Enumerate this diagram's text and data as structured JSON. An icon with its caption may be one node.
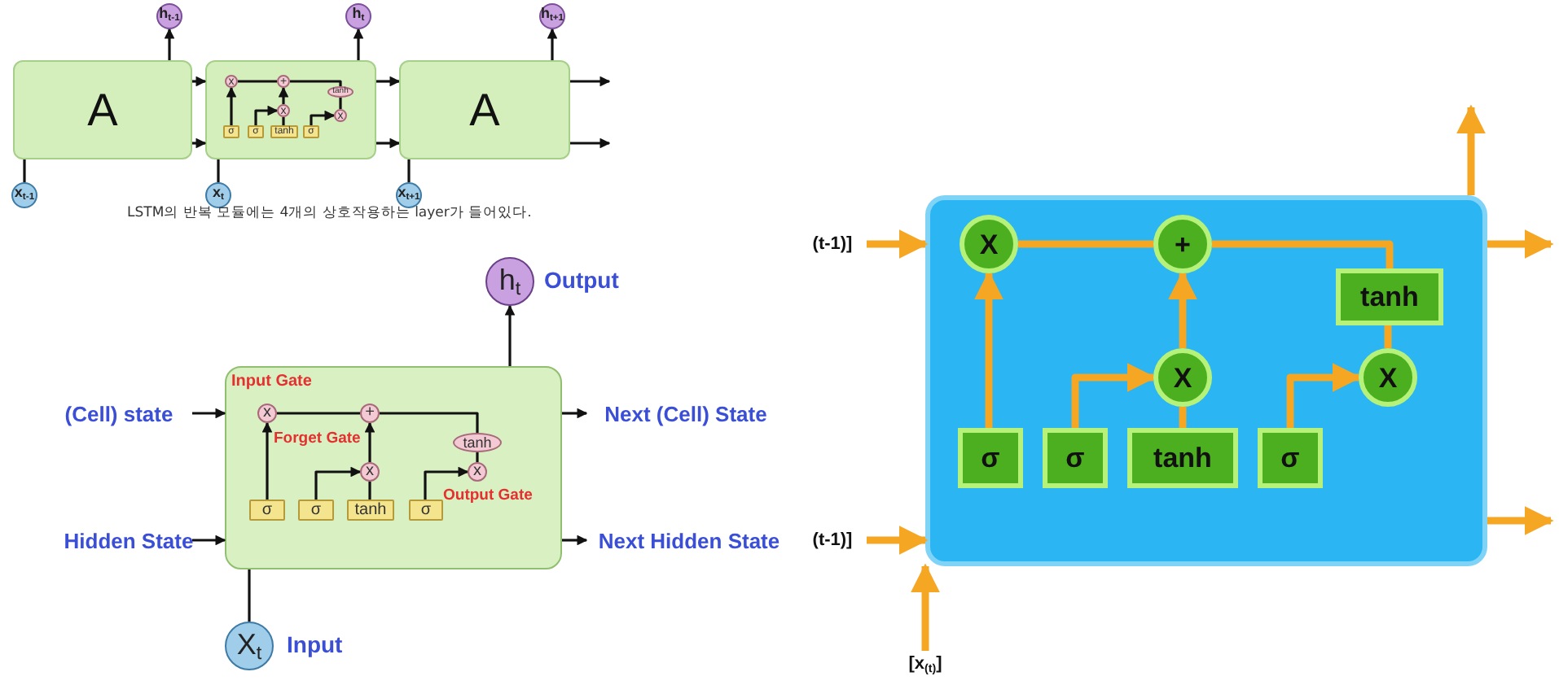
{
  "diagram": {
    "nodes": [
      {
        "text": [
          "A"
        ]
      },
      {
        "text": [],
        "shape": "box"
      },
      {
        "text": [
          "σ"
        ],
        "in": 1
      },
      {
        "text": [
          "σ"
        ],
        "in": 1
      },
      {
        "text": [
          "tanh"
        ],
        "in": 1
      },
      {
        "text": [
          "σ"
        ],
        "in": 1
      },
      {
        "text": [
          "x"
        ],
        "in": 1
      },
      {
        "text": [
          "+"
        ],
        "in": 1
      },
      {
        "text": [
          "x"
        ],
        "in": 1
      },
      {
        "text": [
          "tanh"
        ],
        "in": 1
      },
      {
        "text": [
          "x"
        ],
        "in": 1
      },
      {
        "text": [
          "A"
        ]
      },
      {
        "text": [
          "h$_{t-1}$"
        ]
      },
      {
        "text": [
          "h$_{t}$"
        ]
      },
      {
        "text": [
          "h$_{t+1}$"
        ]
      },
      {
        "text": [
          "x$_{t-1}$"
        ]
      },
      {
        "text": [
          "x$_{t}$"
        ]
      },
      {
        "text": [
          "x$_{t+1}$"
        ]
      },
      {
        "text": [],
        "shape": "box"
      },
      {
        "text": [
          "x"
        ],
        "in": 18,
        "beside": [
          "Input Gate"
        ]
      },
      {
        "text": [
          "+"
        ],
        "in": 18
      },
      {
        "text": [
          "x"
        ],
        "in": 18,
        "beside": [
          "Forget Gate"
        ]
      },
      {
        "text": [
          "tanh"
        ],
        "in": 18
      },
      {
        "text": [
          "x"
        ],
        "in": 18,
        "beside": [
          "Output Gate"
        ]
      },
      {
        "text": [
          "σ"
        ],
        "in": 18
      },
      {
        "text": [
          "σ"
        ],
        "in": 18
      },
      {
        "text": [
          "tanh"
        ],
        "in": 18
      },
      {
        "text": [
          "σ"
        ],
        "in": 18
      },
      {
        "text": [
          "(Cell) state"
        ]
      },
      {
        "text": [
          "Hidden State"
        ]
      },
      {
        "text": [
          "Next (Cell) State"
        ]
      },
      {
        "text": [
          "Next Hidden State"
        ]
      },
      {
        "text": [
          "h$_{t}$"
        ],
        "beside": [
          "Output"
        ]
      },
      {
        "text": [
          "X$_{t}$"
        ],
        "beside": [
          "Input"
        ]
      },
      {
        "text": [],
        "shape": "box"
      },
      {
        "text": [
          "X"
        ],
        "in": 34
      },
      {
        "text": [
          "+"
        ],
        "in": 34
      },
      {
        "text": [
          "X"
        ],
        "in": 34
      },
      {
        "text": [
          "tanh"
        ],
        "in": 34
      },
      {
        "text": [
          "X"
        ],
        "in": 34
      },
      {
        "text": [
          "σ"
        ],
        "in": 34
      },
      {
        "text": [
          "σ"
        ],
        "in": 34
      },
      {
        "text": [
          "tanh"
        ],
        "in": 34
      },
      {
        "text": [
          "σ"
        ],
        "in": 34
      },
      {
        "text": [
          "(t-1)]"
        ]
      },
      {
        "text": [
          "(t-1)]"
        ]
      },
      {
        "text": [
          "[x$_{(t)}$]"
        ]
      }
    ],
    "edges": [
      {
        "from": 0,
        "to": 1,
        "arrow": "to"
      },
      {
        "from": 0,
        "to": 1,
        "arrow": "to"
      },
      {
        "from": 1,
        "to": 11,
        "arrow": "to"
      },
      {
        "from": 1,
        "to": 11,
        "arrow": "to"
      },
      {
        "from": 11,
        "to": null,
        "arrow": "to"
      },
      {
        "from": 11,
        "to": null,
        "arrow": "to"
      },
      {
        "from": 15,
        "to": 0,
        "arrow": "none"
      },
      {
        "from": 16,
        "to": 1,
        "arrow": "none"
      },
      {
        "from": 17,
        "to": 11,
        "arrow": "none"
      },
      {
        "from": 0,
        "to": 12,
        "arrow": "to"
      },
      {
        "from": 1,
        "to": 13,
        "arrow": "to"
      },
      {
        "from": 11,
        "to": 14,
        "arrow": "to"
      },
      {
        "from": 2,
        "to": 6,
        "arrow": "to"
      },
      {
        "from": 3,
        "to": 8,
        "arrow": "to"
      },
      {
        "from": 4,
        "to": 8,
        "arrow": "none"
      },
      {
        "from": 8,
        "to": 7,
        "arrow": "to"
      },
      {
        "from": 5,
        "to": 10,
        "arrow": "to"
      },
      {
        "from": 6,
        "to": 7,
        "arrow": "none"
      },
      {
        "from": 7,
        "to": 9,
        "arrow": "none"
      },
      {
        "from": 9,
        "to": 10,
        "arrow": "none"
      },
      {
        "from": 28,
        "to": 18,
        "arrow": "to"
      },
      {
        "from": 29,
        "to": 18,
        "arrow": "to"
      },
      {
        "from": 18,
        "to": 30,
        "arrow": "to"
      },
      {
        "from": 18,
        "to": 31,
        "arrow": "to"
      },
      {
        "from": 18,
        "to": 32,
        "arrow": "to"
      },
      {
        "from": 33,
        "to": 18,
        "arrow": "none"
      },
      {
        "from": 24,
        "to": 19,
        "arrow": "to"
      },
      {
        "from": 25,
        "to": 21,
        "arrow": "to"
      },
      {
        "from": 26,
        "to": 21,
        "arrow": "none"
      },
      {
        "from": 21,
        "to": 20,
        "arrow": "to"
      },
      {
        "from": 27,
        "to": 23,
        "arrow": "to"
      },
      {
        "from": 19,
        "to": 20,
        "arrow": "none"
      },
      {
        "from": 20,
        "to": 22,
        "arrow": "none"
      },
      {
        "from": 22,
        "to": 23,
        "arrow": "none"
      },
      {
        "from": 44,
        "to": 34,
        "arrow": "to",
        "style": "thick",
        "color": "#f5a623"
      },
      {
        "from": 45,
        "to": 34,
        "arrow": "to",
        "style": "thick",
        "color": "#f5a623"
      },
      {
        "from": 46,
        "to": 34,
        "arrow": "to",
        "style": "thick",
        "color": "#f5a623"
      },
      {
        "from": 34,
        "to": null,
        "arrow": "to",
        "style": "thick",
        "color": "#f5a623"
      },
      {
        "from": 34,
        "to": null,
        "arrow": "to",
        "style": "thick",
        "color": "#f5a623"
      },
      {
        "from": 34,
        "to": null,
        "arrow": "to",
        "style": "thick",
        "color": "#f5a623"
      },
      {
        "from": 40,
        "to": 35,
        "arrow": "to",
        "style": "thick",
        "color": "#f5a623"
      },
      {
        "from": 41,
        "to": 37,
        "arrow": "to",
        "style": "thick",
        "color": "#f5a623"
      },
      {
        "from": 42,
        "to": 37,
        "arrow": "none",
        "style": "thick",
        "color": "#f5a623"
      },
      {
        "from": 37,
        "to": 36,
        "arrow": "to",
        "style": "thick",
        "color": "#f5a623"
      },
      {
        "from": 43,
        "to": 39,
        "arrow": "to",
        "style": "thick",
        "color": "#f5a623"
      },
      {
        "from": 35,
        "to": 36,
        "arrow": "none",
        "style": "thick",
        "color": "#f5a623"
      },
      {
        "from": 36,
        "to": 38,
        "arrow": "none",
        "style": "thick",
        "color": "#f5a623"
      },
      {
        "from": 38,
        "to": 39,
        "arrow": "none",
        "style": "thick",
        "color": "#f5a623"
      }
    ],
    "labels": [
      "LSTM의 반복 모듈에는 4개의 상호작용하는 layer가 들어있다."
    ]
  }
}
